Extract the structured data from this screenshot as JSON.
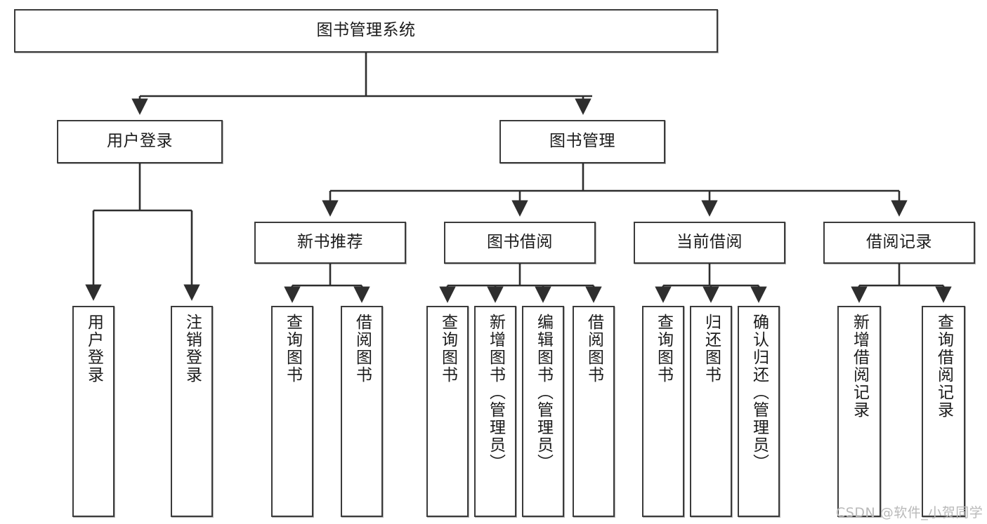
{
  "diagram": {
    "type": "tree",
    "title": "图书管理系统",
    "root": {
      "label": "图书管理系统"
    },
    "level2": [
      {
        "label": "用户登录"
      },
      {
        "label": "图书管理"
      }
    ],
    "level3": [
      {
        "label": "新书推荐"
      },
      {
        "label": "图书借阅"
      },
      {
        "label": "当前借阅"
      },
      {
        "label": "借阅记录"
      }
    ],
    "leaves": {
      "user_login": [
        {
          "label": "用户登录"
        },
        {
          "label": "注销登录"
        }
      ],
      "new_book_recommend": [
        {
          "label": "查询图书"
        },
        {
          "label": "借阅图书"
        }
      ],
      "book_borrow": [
        {
          "label": "查询图书"
        },
        {
          "label": "新增图书（管理员）"
        },
        {
          "label": "编辑图书（管理员）"
        },
        {
          "label": "借阅图书"
        }
      ],
      "current_borrow": [
        {
          "label": "查询图书"
        },
        {
          "label": "归还图书"
        },
        {
          "label": "确认归还（管理员）"
        }
      ],
      "borrow_record": [
        {
          "label": "新增借阅记录"
        },
        {
          "label": "查询借阅记录"
        }
      ]
    }
  },
  "watermark": {
    "text": "CSDN @软件_小贺同学"
  },
  "colors": {
    "box_border": "#3b3b3b",
    "box_fill": "#ffffff",
    "line": "#2e2e2e",
    "text": "#1b1b1b",
    "watermark": "#b9b9b9"
  }
}
